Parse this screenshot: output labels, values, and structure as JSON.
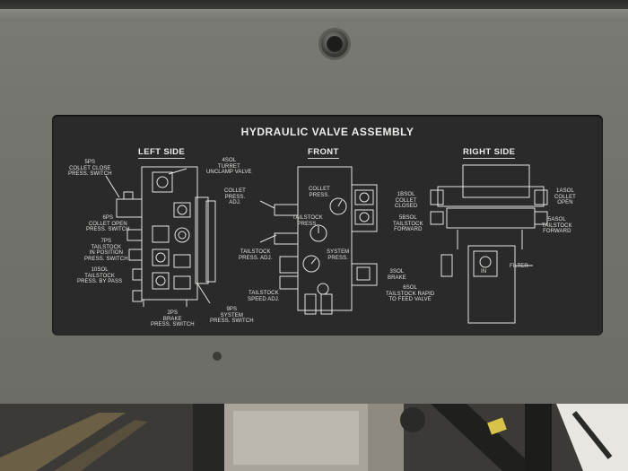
{
  "plate": {
    "title": "HYDRAULIC VALVE ASSEMBLY",
    "sections": {
      "left": "LEFT SIDE",
      "front": "FRONT",
      "right": "RIGHT SIDE"
    },
    "labels": {
      "l1": "5PS\nCOLLET CLOSE\nPRESS. SWITCH",
      "l2": "4SOL\nTURRET\nUNCLAMP VALVE",
      "l3": "6PS\nCOLLET OPEN\nPRESS. SWITCH",
      "l4": "7PS\nTAILSTOCK\nIN POSITION\nPRESS. SWITCH",
      "l5": "10SOL\nTAILSTOCK\nPRESS. BY PASS",
      "l6": "2PS\nBRAKE\nPRESS. SWITCH",
      "l7": "9PS\nSYSTEM\nPRESS. SWITCH",
      "f1": "COLLET\nPRESS.\nADJ.",
      "f2": "COLLET\nPRESS.",
      "f3": "TAILSTOCK\nPRESS.",
      "f4": "TAILSTOCK\nPRESS. ADJ.",
      "f5": "SYSTEM\nPRESS.",
      "f6": "TAILSTOCK\nSPEED ADJ.",
      "f7": "3SOL\nBRAKE",
      "f8": "6SOL\nTAILSTOCK RAPID\nTO FEED VALVE",
      "r1": "1BSOL\nCOLLET\nCLOSED",
      "r2": "5BSOL\nTAILSTOCK\nFORWARD",
      "r3": "1ASOL\nCOLLET\nOPEN",
      "r4": "5ASOL\nTAILSTOCK\nFORWARD",
      "r5": "FILTER",
      "r6": "IN"
    }
  },
  "colors": {
    "panel": "#73736d",
    "plate": "#2a2a2a",
    "ink": "#e2e2de"
  }
}
